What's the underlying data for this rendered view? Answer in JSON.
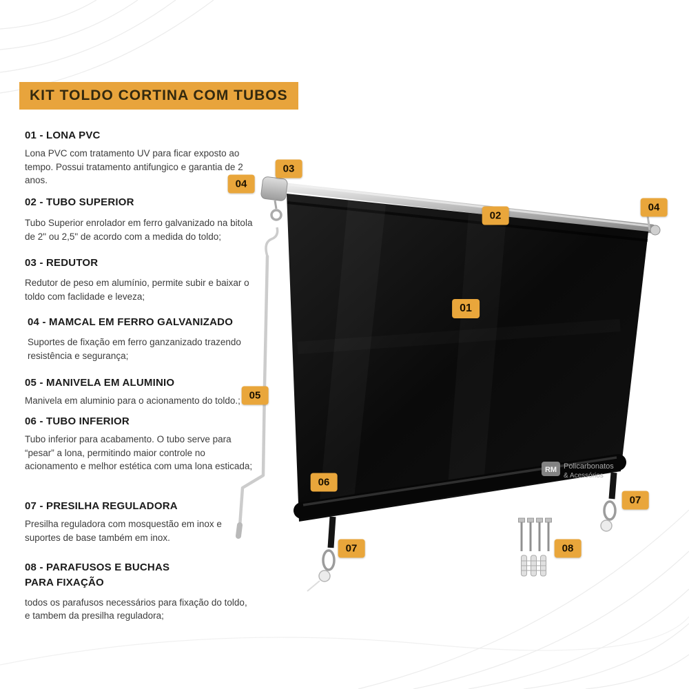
{
  "title": "KIT TOLDO CORTINA COM TUBOS",
  "sections": [
    {
      "heading": "01 - LONA PVC",
      "body": "Lona PVC com tratamento UV para ficar exposto ao tempo. Possui tratamento antifungico e garantia de 2 anos."
    },
    {
      "heading": "02 - TUBO SUPERIOR",
      "body": "Tubo Superior enrolador em ferro galvanizado na bitola de 2\" ou 2,5\" de acordo com a medida do toldo;"
    },
    {
      "heading": "03 - REDUTOR",
      "body": "Redutor de peso em alumínio, permite subir e baixar o toldo com faclidade e leveza;"
    },
    {
      "heading": "04 - MAMCAL  EM FERRO GALVANIZADO",
      "body": "Suportes de fixação em ferro ganzanizado trazendo resistência e segurança;"
    },
    {
      "heading": "05 - MANIVELA EM ALUMINIO",
      "body": "Manivela em aluminio para o acionamento do toldo.;"
    },
    {
      "heading": "06 - TUBO INFERIOR",
      "body": "Tubo inferior para acabamento. O tubo serve para “pesar” a lona, permitindo maior controle no acionamento e melhor estética com uma lona esticada;"
    },
    {
      "heading": "07 - PRESILHA REGULADORA",
      "body": "Presilha reguladora com mosquestão em inox e suportes de base também em inox."
    },
    {
      "heading": "08 - PARAFUSOS E BUCHAS PARA FIXAÇÃO",
      "body": "todos os parafusos necessários para fixação do toldo, e tambem da presilha reguladora;"
    }
  ],
  "badges": [
    {
      "label": "03"
    },
    {
      "label": "04"
    },
    {
      "label": "02"
    },
    {
      "label": "04"
    },
    {
      "label": "01"
    },
    {
      "label": "05"
    },
    {
      "label": "06"
    },
    {
      "label": "07"
    },
    {
      "label": "08"
    },
    {
      "label": "07"
    }
  ],
  "watermark": {
    "logo": "RM",
    "line1": "Policarbonatos",
    "line2": "& Acessórios"
  },
  "colors": {
    "accent_yellow": "#E8A43C",
    "badge_text": "#191000",
    "heading_text": "#1a1a1a",
    "body_text": "#3c3c3c",
    "tarp_black": "#0d0d0d"
  }
}
